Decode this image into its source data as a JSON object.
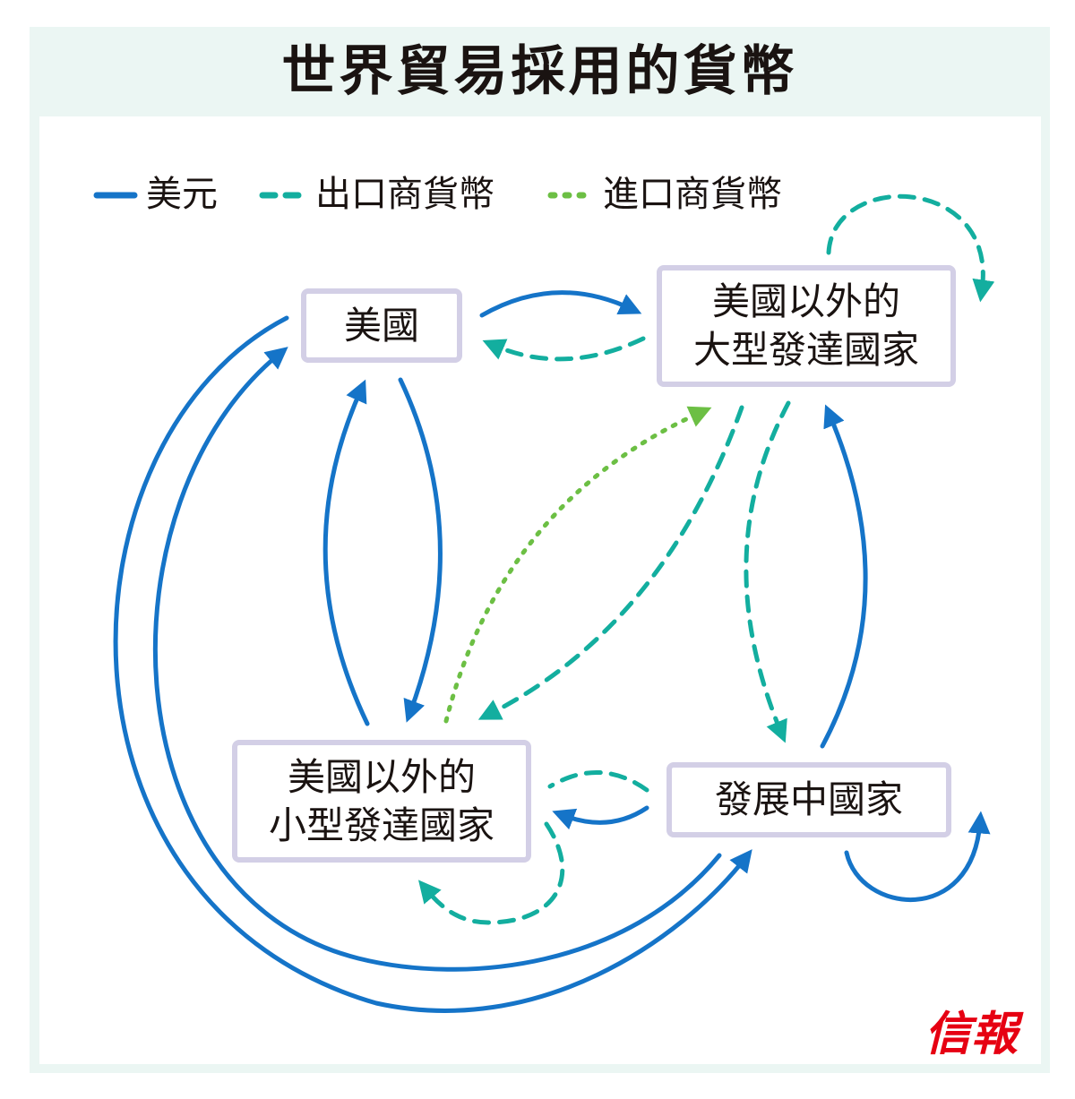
{
  "title": "世界貿易採用的貨幣",
  "legend": [
    {
      "label": "美元",
      "style": "solid",
      "color": "#1574c8"
    },
    {
      "label": "出口商貨幣",
      "style": "dashed",
      "color": "#13ae9f"
    },
    {
      "label": "進口商貨幣",
      "style": "dotted",
      "color": "#6cbf44"
    }
  ],
  "nodes": {
    "us": "美國",
    "large_dev_line1": "美國以外的",
    "large_dev_line2": "大型發達國家",
    "small_dev_line1": "美國以外的",
    "small_dev_line2": "小型發達國家",
    "developing": "發展中國家"
  },
  "logo": "信報",
  "colors": {
    "usd": "#1574c8",
    "exporter": "#13ae9f",
    "importer": "#6cbf44",
    "box_border": "#d3cfe6",
    "panel": "#ebf6f3"
  }
}
